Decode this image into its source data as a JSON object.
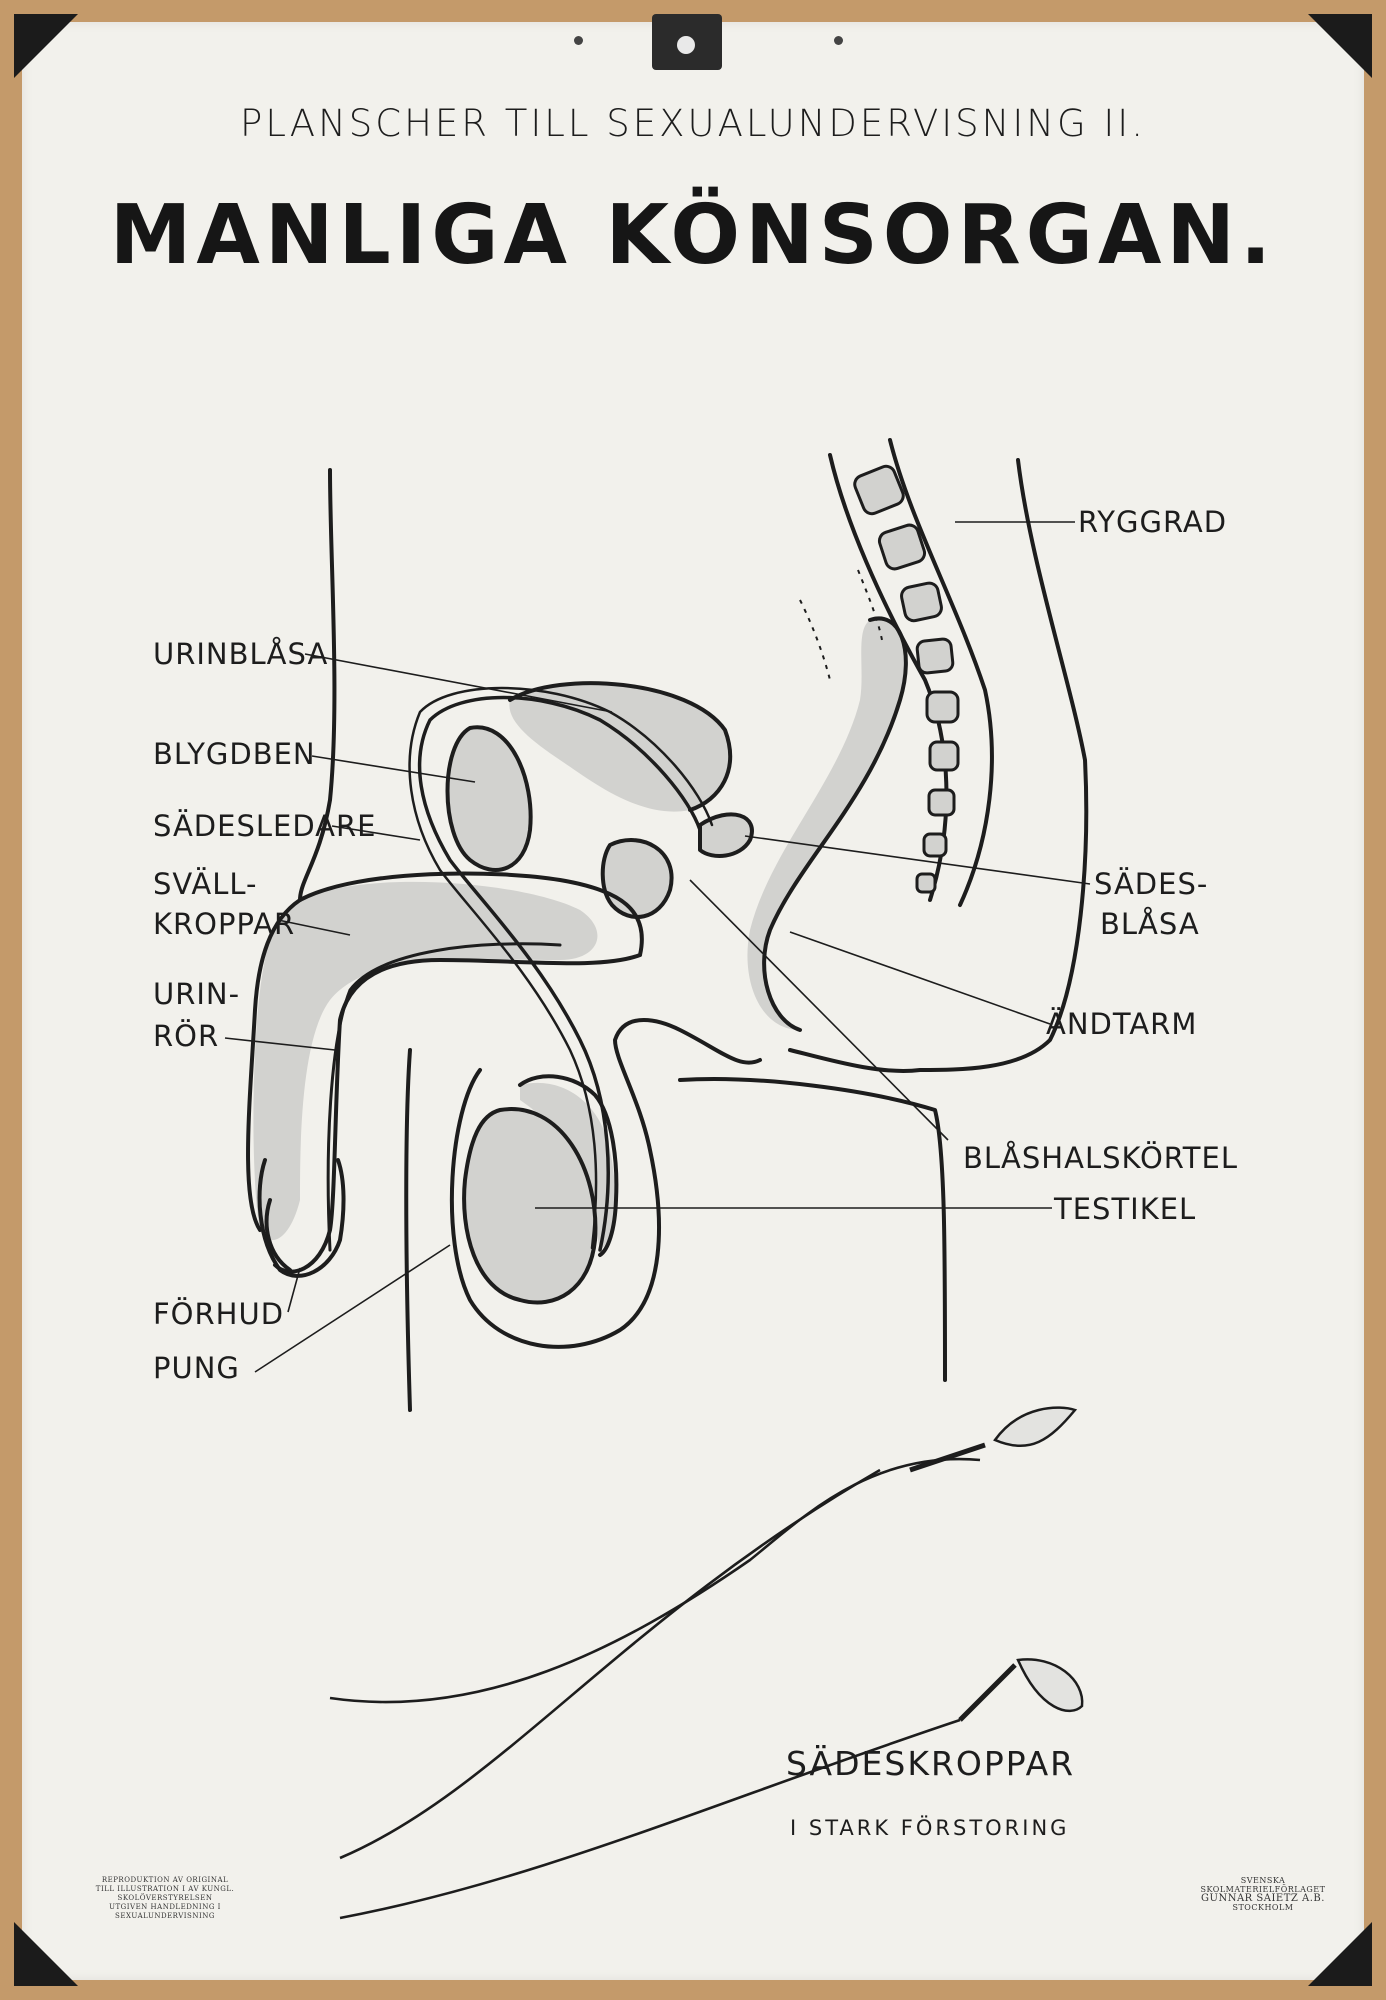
{
  "header": {
    "series": "PLANSCHER TILL SEXUALUNDERVISNING II.",
    "title": "MANLIGA KÖNSORGAN."
  },
  "labels": {
    "ryggrad": "RYGGRAD",
    "urinblasa": "URINBLÅSA",
    "blygdben": "BLYGDBEN",
    "sadesledare": "SÄDESLEDARE",
    "svall": [
      "SVÄLL-",
      "KROPPAR"
    ],
    "urinror": [
      "URIN-",
      "RÖR"
    ],
    "sadesblasa": [
      "SÄDES-",
      "BLÅSA"
    ],
    "andtarm": "ÄNDTARM",
    "blashalskortel": "BLÅSHALSKÖRTEL",
    "testikel": "TESTIKEL",
    "forhud": "FÖRHUD",
    "pung": "PUNG"
  },
  "caption": {
    "main": "SÄDESKROPPAR",
    "sub": "I STARK FÖRSTORING"
  },
  "footer": {
    "left": [
      "REPRODUKTION AV ORIGINAL",
      "TILL ILLUSTRATION I AV KUNGL. SKOLÖVERSTYRELSEN",
      "UTGIVEN HANDLEDNING I SEXUALUNDERVISNING"
    ],
    "right": [
      "SVENSKA SKOLMATERIELFÖRLAGET",
      "GUNNAR SAIETZ A.B.",
      "STOCKHOLM"
    ]
  },
  "colors": {
    "ink": "#1d1d1d",
    "organ_fill": "#d2d2cf",
    "paper": "#f2f1ec",
    "frame": "#c49a6a"
  }
}
